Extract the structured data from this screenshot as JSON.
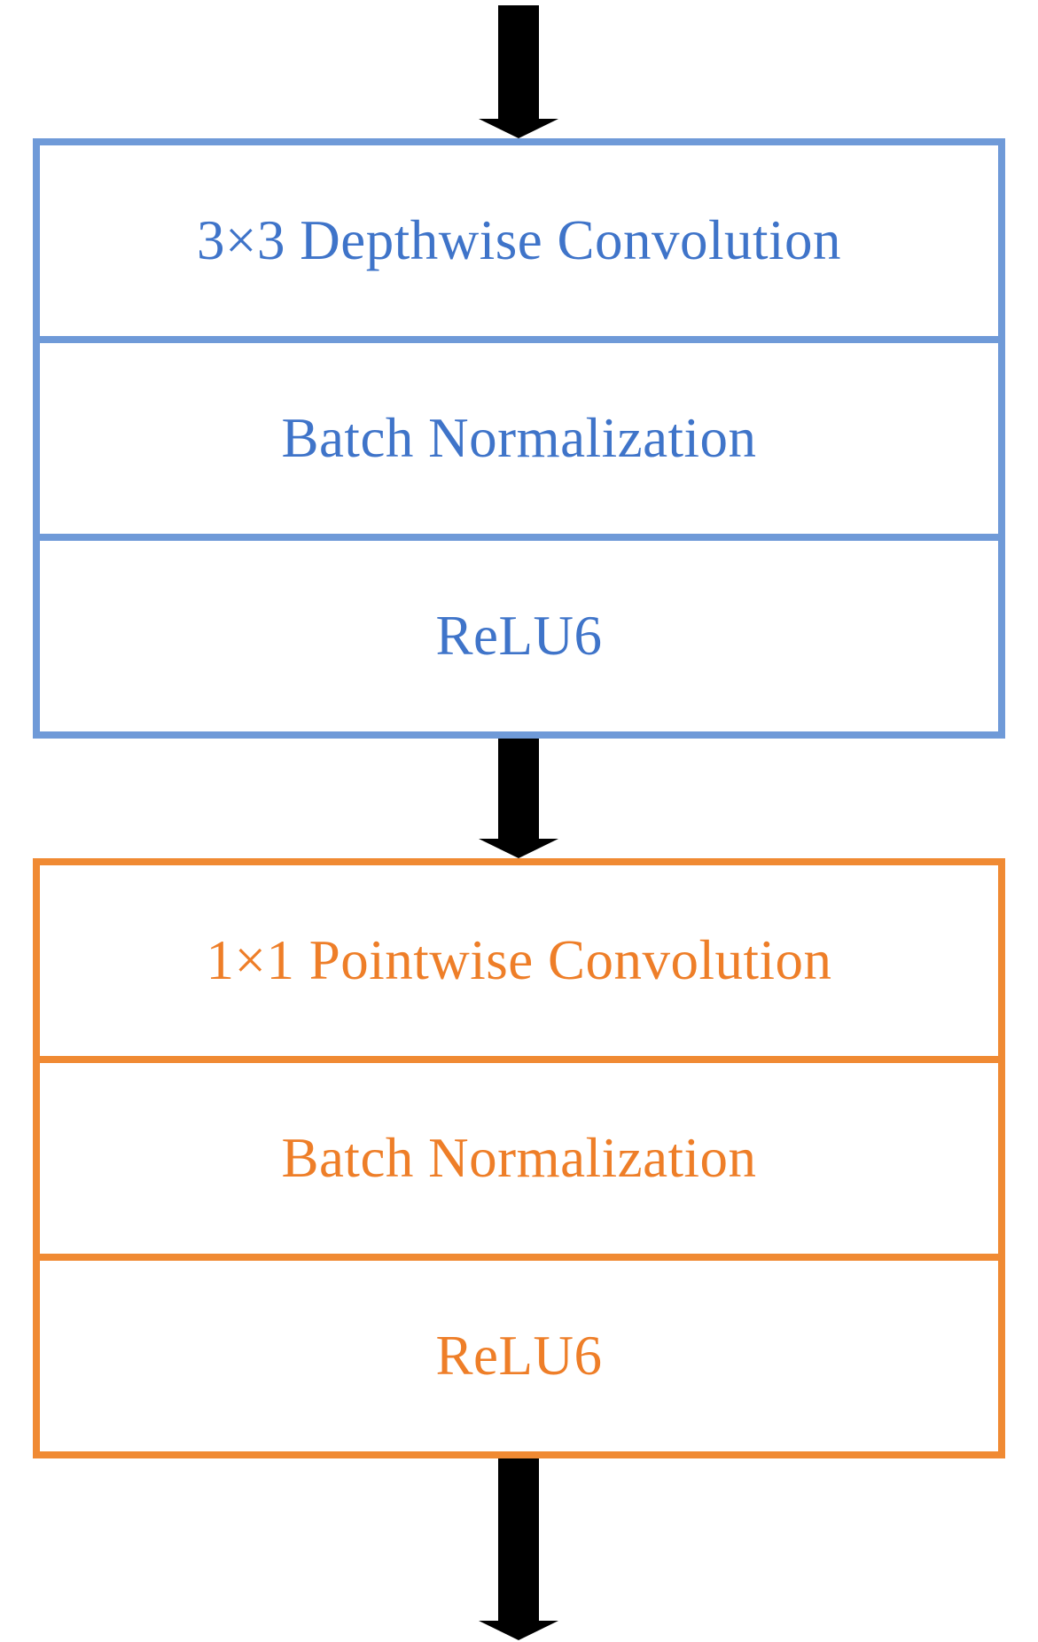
{
  "colors": {
    "depthwise": "#6f9ad8",
    "depthwise_text": "#3f74c9",
    "pointwise": "#f08a33",
    "pointwise_text": "#ee7e28",
    "arrow": "#000000"
  },
  "blocks": [
    {
      "id": "depthwise",
      "layers": [
        "3×3 Depthwise Convolution",
        "Batch Normalization",
        "ReLU6"
      ]
    },
    {
      "id": "pointwise",
      "layers": [
        "1×1 Pointwise Convolution",
        "Batch Normalization",
        "ReLU6"
      ]
    }
  ]
}
